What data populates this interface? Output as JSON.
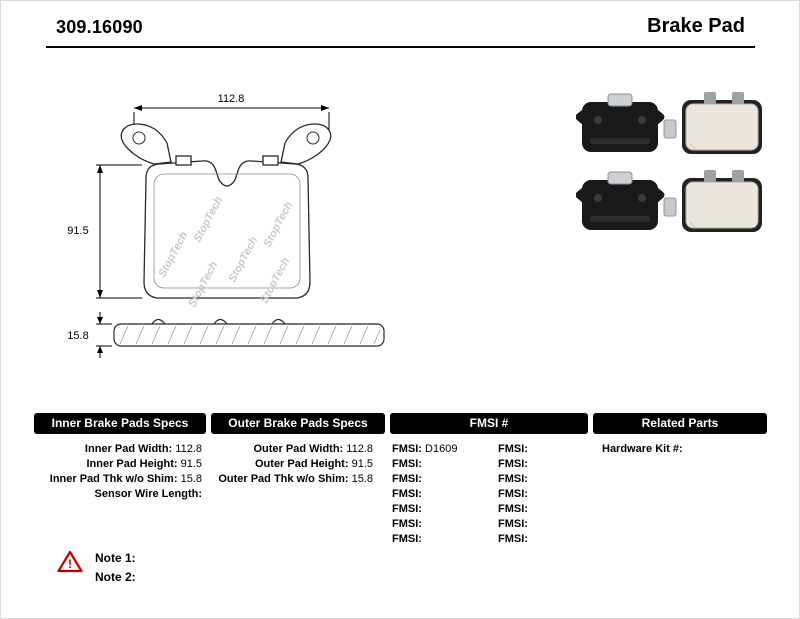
{
  "header": {
    "part_number": "309.16090",
    "product_type": "Brake Pad"
  },
  "colors": {
    "header_bar": "#000000",
    "warning": "#c00000"
  },
  "drawing": {
    "dim_width": "112.8",
    "dim_height": "91.5",
    "dim_thickness": "15.8",
    "watermark": "StopTech"
  },
  "specs": {
    "inner": {
      "header": "Inner Brake Pads Specs",
      "rows": [
        {
          "label": "Inner Pad Width:",
          "value": "112.8"
        },
        {
          "label": "Inner Pad Height:",
          "value": "91.5"
        },
        {
          "label": "Inner Pad Thk w/o Shim:",
          "value": "15.8"
        },
        {
          "label": "Sensor Wire Length:",
          "value": ""
        }
      ]
    },
    "outer": {
      "header": "Outer Brake Pads Specs",
      "rows": [
        {
          "label": "Outer Pad Width:",
          "value": "112.8"
        },
        {
          "label": "Outer Pad Height:",
          "value": "91.5"
        },
        {
          "label": "Outer Pad Thk w/o Shim:",
          "value": "15.8"
        }
      ]
    },
    "fmsi": {
      "header": "FMSI #",
      "left_rows": [
        {
          "label": "FMSI:",
          "value": "D1609"
        },
        {
          "label": "FMSI:",
          "value": ""
        },
        {
          "label": "FMSI:",
          "value": ""
        },
        {
          "label": "FMSI:",
          "value": ""
        },
        {
          "label": "FMSI:",
          "value": ""
        },
        {
          "label": "FMSI:",
          "value": ""
        },
        {
          "label": "FMSI:",
          "value": ""
        }
      ],
      "right_rows": [
        {
          "label": "FMSI:",
          "value": ""
        },
        {
          "label": "FMSI:",
          "value": ""
        },
        {
          "label": "FMSI:",
          "value": ""
        },
        {
          "label": "FMSI:",
          "value": ""
        },
        {
          "label": "FMSI:",
          "value": ""
        },
        {
          "label": "FMSI:",
          "value": ""
        },
        {
          "label": "FMSI:",
          "value": ""
        }
      ]
    },
    "related": {
      "header": "Related Parts",
      "rows": [
        {
          "label": "Hardware Kit #:",
          "value": ""
        }
      ]
    }
  },
  "notes": {
    "warning_glyph": "!",
    "items": [
      {
        "label": "Note 1:"
      },
      {
        "label": "Note 2:"
      }
    ]
  }
}
